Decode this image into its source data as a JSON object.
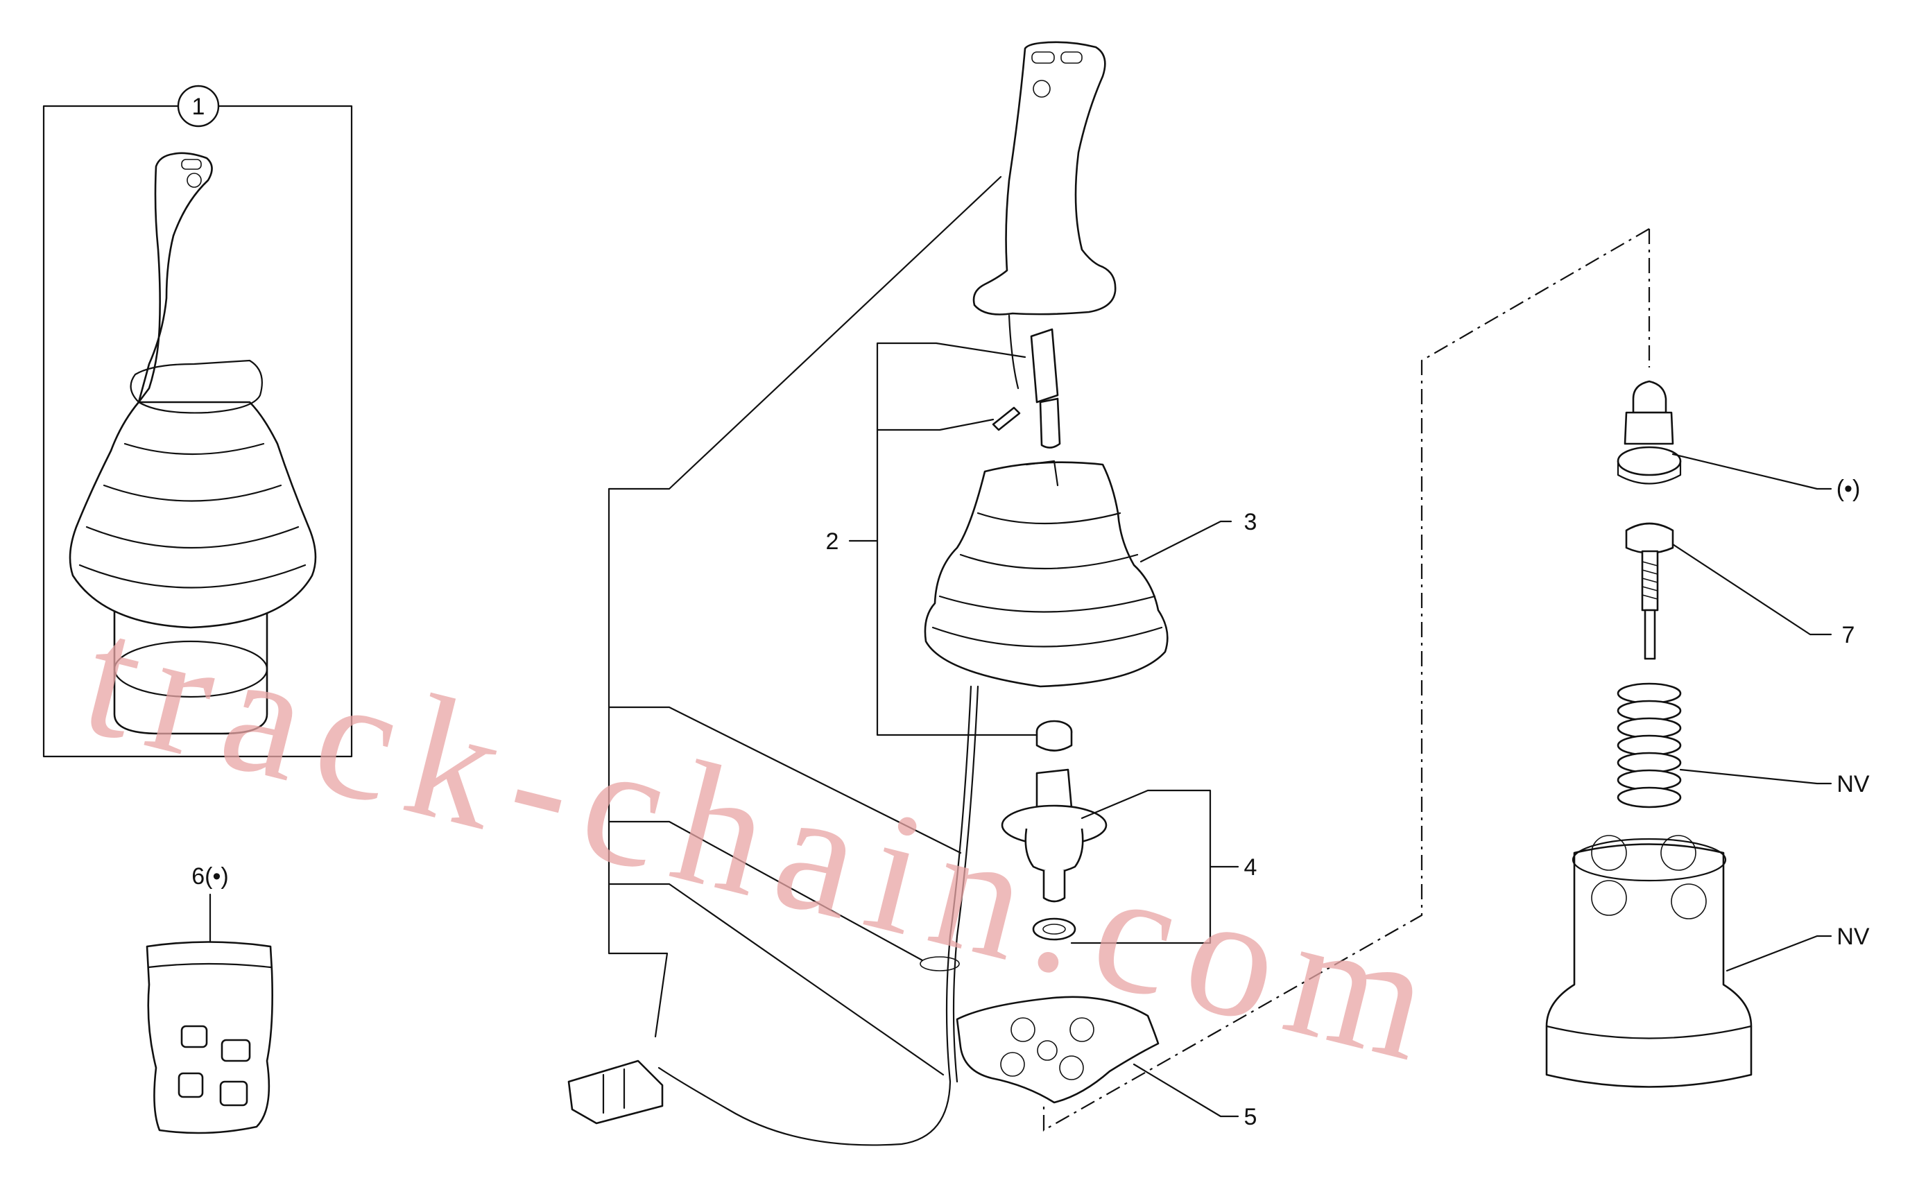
{
  "callouts": {
    "c1": "1",
    "c2": "2",
    "c3": "3",
    "c4": "4",
    "c5": "5",
    "c6": "6(•)",
    "c7": "7",
    "cdot": "(•)",
    "nv1": "NV",
    "nv2": "NV"
  },
  "watermark": "track-chain.com"
}
